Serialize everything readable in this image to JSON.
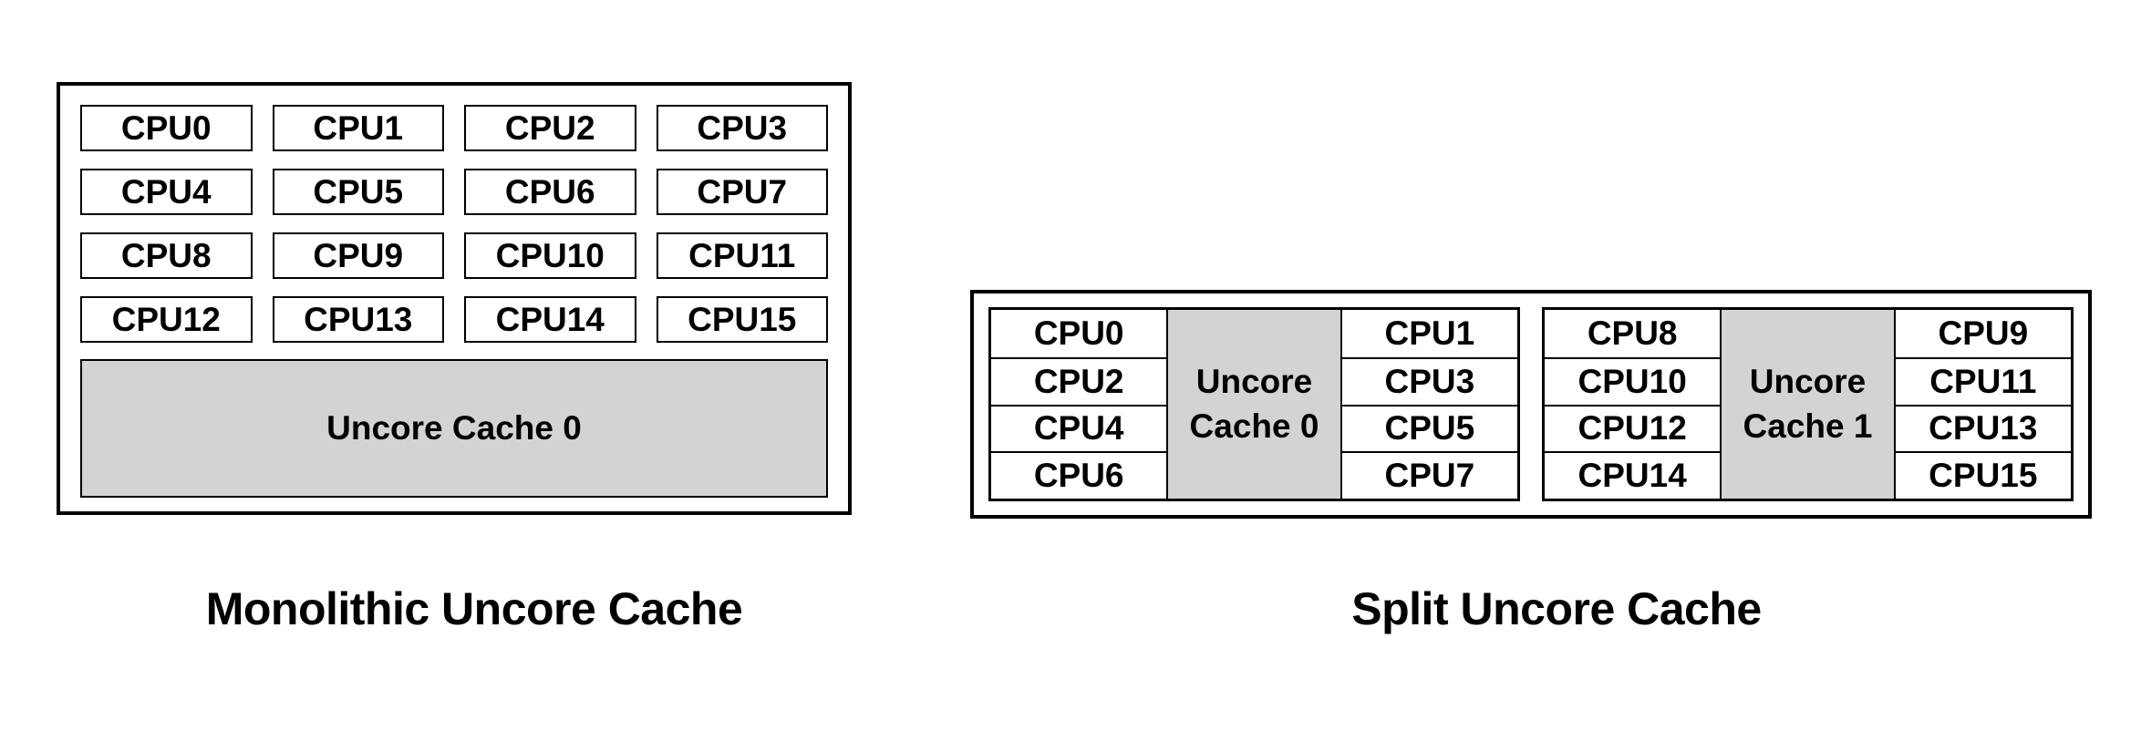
{
  "colors": {
    "cache_fill": "#d3d3d3",
    "border": "#000000",
    "text": "#000000",
    "background": "#ffffff"
  },
  "monolithic": {
    "caption": "Monolithic Uncore Cache",
    "cpus": [
      "CPU0",
      "CPU1",
      "CPU2",
      "CPU3",
      "CPU4",
      "CPU5",
      "CPU6",
      "CPU7",
      "CPU8",
      "CPU9",
      "CPU10",
      "CPU11",
      "CPU12",
      "CPU13",
      "CPU14",
      "CPU15"
    ],
    "cache_label": "Uncore Cache 0"
  },
  "split": {
    "caption": "Split Uncore Cache",
    "groups": [
      {
        "left_cpus": [
          "CPU0",
          "CPU2",
          "CPU4",
          "CPU6"
        ],
        "cache_label": "Uncore Cache 0",
        "right_cpus": [
          "CPU1",
          "CPU3",
          "CPU5",
          "CPU7"
        ]
      },
      {
        "left_cpus": [
          "CPU8",
          "CPU10",
          "CPU12",
          "CPU14"
        ],
        "cache_label": "Uncore Cache 1",
        "right_cpus": [
          "CPU9",
          "CPU11",
          "CPU13",
          "CPU15"
        ]
      }
    ]
  }
}
